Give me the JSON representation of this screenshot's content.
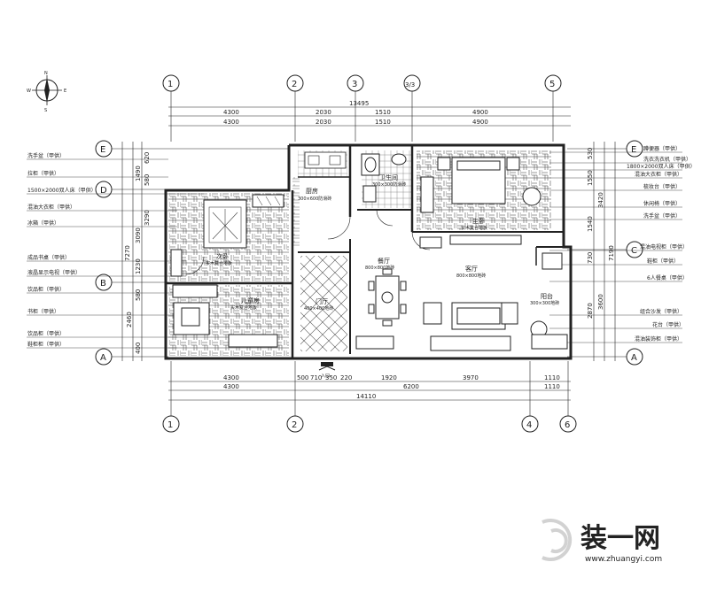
{
  "compass": {
    "n": "N",
    "s": "S",
    "e": "E",
    "w": "W"
  },
  "axes_top": [
    "1",
    "2",
    "3",
    "3/3",
    "5"
  ],
  "axes_bottom": [
    "1",
    "2",
    "4",
    "6"
  ],
  "axes_left": [
    "E",
    "D",
    "B",
    "A"
  ],
  "axes_right": [
    "E",
    "C",
    "A"
  ],
  "dims": {
    "top_total": "13495",
    "top_row": [
      "4300",
      "2030",
      "1510",
      "4900"
    ],
    "bottom_row1": [
      "4300",
      "500",
      "710",
      "350",
      "220",
      "1920",
      "3970",
      "1110"
    ],
    "bottom_row2": [
      "4300",
      "6200",
      "1110"
    ],
    "bottom_total": "14110",
    "left_outer": "7270",
    "left_inner": [
      "1490",
      "3290",
      "580",
      "620",
      "3090",
      "1230",
      "580",
      "2460",
      "400"
    ],
    "right_outer": "7190",
    "right_mid": [
      "3420",
      "3600"
    ],
    "right_inner": [
      "530",
      "1550",
      "1540",
      "730",
      "2870"
    ]
  },
  "labels_left": [
    "洗手盆（甲供）",
    "拉柜（甲供）",
    "1500×2000双人床（甲供）",
    "混油大衣柜（甲供）",
    "冰箱（甲供）",
    "成品书桌（甲供）",
    "液晶显示电视（甲供）",
    "饮品柜（甲供）",
    "书柜（甲供）",
    "饮品柜（甲供）",
    "鞋柜柜（甲供）"
  ],
  "labels_right": [
    "蹲便器（甲供）",
    "洗衣洗衣机（甲供）",
    "1800×2000双人床（甲供）",
    "混油大衣柜（甲供）",
    "梳妆台（甲供）",
    "休闲椅（甲供）",
    "洗手盆（甲供）",
    "混油电视柜（甲供）",
    "鞋柜（甲供）",
    "6人餐桌（甲供）",
    "组合沙发（甲供）",
    "花台（甲供）",
    "混油装饰柜（甲供）"
  ],
  "rooms": {
    "kitchen": "厨房",
    "kitchen_sub": "300×600防滑砖",
    "bathroom": "卫生间",
    "bathroom_sub": "300×300防滑砖",
    "master_bedroom": "主卧",
    "master_sub": "实木复合地板",
    "second_bedroom": "次卧",
    "second_sub": "实木复合地板",
    "kids_room": "儿童房",
    "kids_sub": "实木复合地板",
    "foyer": "门厅",
    "foyer_sub": "400×400地砖",
    "dining": "餐厅",
    "dining_sub": "800×800地砖",
    "living": "客厅",
    "living_sub": "800×800地砖",
    "balcony": "阳台",
    "balcony_sub": "300×300地砖",
    "entrance": "入口"
  },
  "watermark": {
    "brand": "装一网",
    "url": "www.zhuangyi.com"
  },
  "colors": {
    "line": "#222222",
    "hatch": "#555555",
    "background": "#ffffff"
  }
}
